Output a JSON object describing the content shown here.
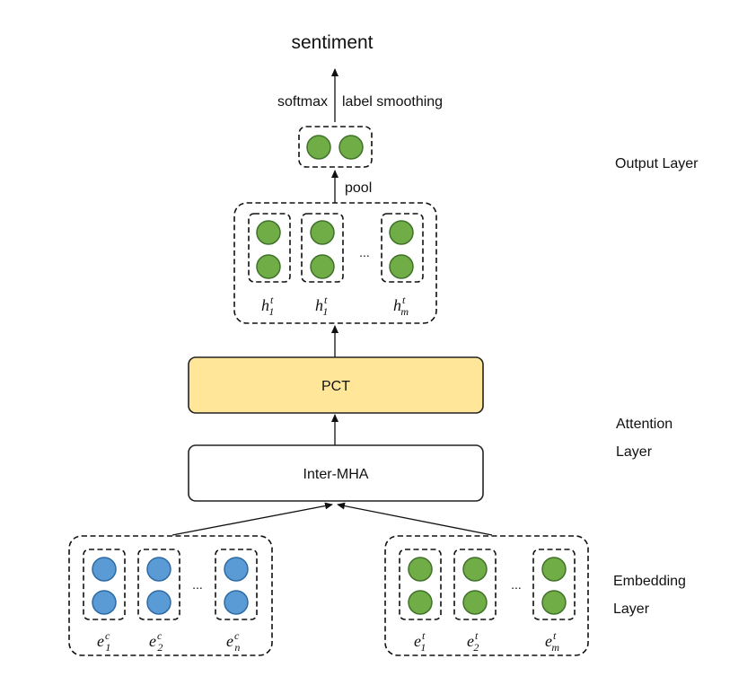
{
  "output": {
    "title": "sentiment",
    "softmax": "softmax",
    "label_smoothing": "label smoothing",
    "pool": "pool"
  },
  "hidden": {
    "labels": [
      {
        "base": "h",
        "sup": "t",
        "sub": "1"
      },
      {
        "base": "h",
        "sup": "t",
        "sub": "1"
      },
      {
        "base": "h",
        "sup": "t",
        "sub": "m"
      }
    ],
    "ellipsis": "..."
  },
  "blocks": {
    "pct": "PCT",
    "inter_mha": "Inter-MHA"
  },
  "embedding": {
    "context_labels": [
      {
        "base": "e",
        "sup": "c",
        "sub": "1"
      },
      {
        "base": "e",
        "sup": "c",
        "sub": "2"
      },
      {
        "base": "e",
        "sup": "c",
        "sub": "n"
      }
    ],
    "target_labels": [
      {
        "base": "e",
        "sup": "t",
        "sub": "1"
      },
      {
        "base": "e",
        "sup": "t",
        "sub": "2"
      },
      {
        "base": "e",
        "sup": "t",
        "sub": "m"
      }
    ],
    "ellipsis": "..."
  },
  "layers": {
    "output": "Output Layer",
    "attention_line1": "Attention",
    "attention_line2": "Layer",
    "embedding_line1": "Embedding",
    "embedding_line2": "Layer"
  },
  "colors": {
    "green": "#70ad47",
    "blue": "#5b9bd5",
    "pct_fill": "#ffe699"
  }
}
